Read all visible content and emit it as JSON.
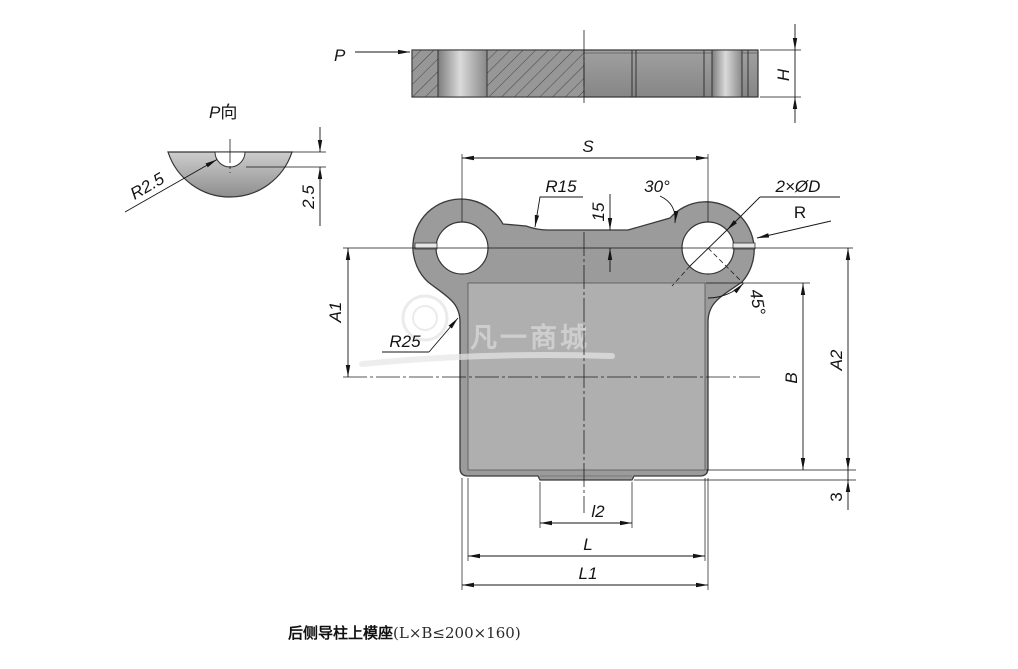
{
  "top_view": {
    "p_label": "P",
    "h_label": "H"
  },
  "p_view": {
    "view_letter": "P",
    "view_suffix": "向",
    "radius_label": "R2.5",
    "depth_label": "2.5"
  },
  "front_view": {
    "labels": {
      "S": "S",
      "R15": "R15",
      "dim_15": "15",
      "angle_30": "30°",
      "holes": "2×ØD",
      "R": "R",
      "angle_45": "45°",
      "A1": "A1",
      "R25": "R25",
      "B": "B",
      "A2": "A2",
      "dim_3": "3",
      "l2": "l2",
      "L": "L",
      "L1": "L1"
    }
  },
  "watermark": {
    "text": "凡一商城"
  },
  "caption": {
    "title": "后侧导柱上模座",
    "spec": "(L×B≤200×160)"
  },
  "colors": {
    "plate": "#9b9b9b",
    "plate_inner": "#afafaf",
    "outline": "#3a3a3a",
    "ink": "#141414"
  }
}
